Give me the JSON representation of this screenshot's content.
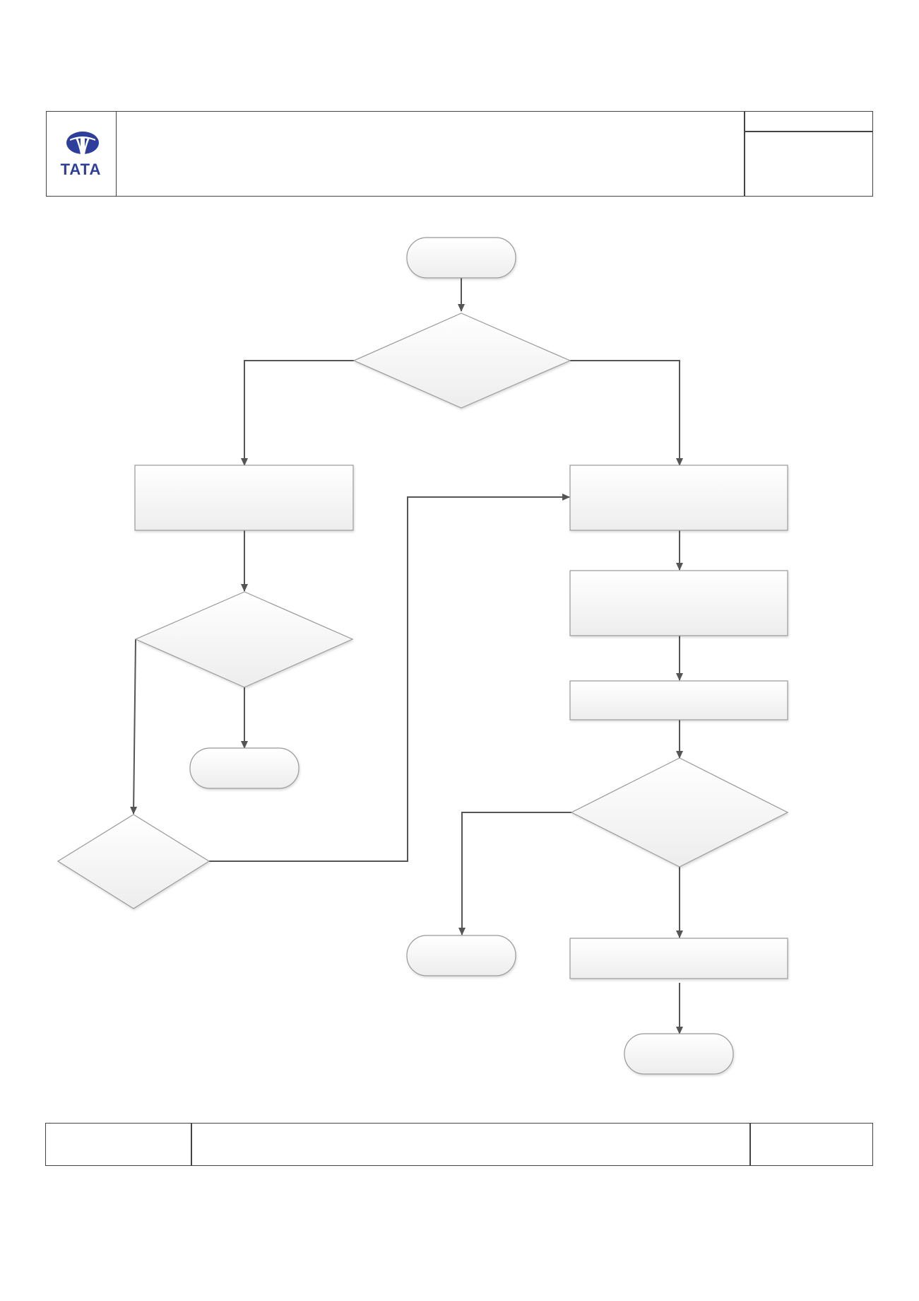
{
  "header": {
    "logo_text": "TATA",
    "title": "",
    "doc_no": "",
    "rev": ""
  },
  "footer": {
    "left": "",
    "center": "",
    "right": ""
  },
  "colors": {
    "line": "#555555",
    "border": "#444444",
    "shape_stroke": "#999999",
    "shape_fill_top": "#ffffff",
    "shape_fill_bottom": "#ededed",
    "logo_blue": "#2e3f9b"
  },
  "flowchart": {
    "nodes": [
      {
        "id": "start-terminator",
        "shape": "terminator",
        "label": ""
      },
      {
        "id": "decision-1",
        "shape": "decision",
        "label": ""
      },
      {
        "id": "process-left-1",
        "shape": "process",
        "label": ""
      },
      {
        "id": "process-right-1",
        "shape": "process",
        "label": ""
      },
      {
        "id": "decision-left-2",
        "shape": "decision",
        "label": ""
      },
      {
        "id": "process-right-2",
        "shape": "process",
        "label": ""
      },
      {
        "id": "process-right-3",
        "shape": "process",
        "label": ""
      },
      {
        "id": "end-terminator-left",
        "shape": "terminator",
        "label": ""
      },
      {
        "id": "decision-right",
        "shape": "decision",
        "label": ""
      },
      {
        "id": "decision-left-3",
        "shape": "decision",
        "label": ""
      },
      {
        "id": "end-terminator-mid",
        "shape": "terminator",
        "label": ""
      },
      {
        "id": "process-right-4",
        "shape": "process",
        "label": ""
      },
      {
        "id": "end-terminator-right",
        "shape": "terminator",
        "label": ""
      }
    ]
  }
}
